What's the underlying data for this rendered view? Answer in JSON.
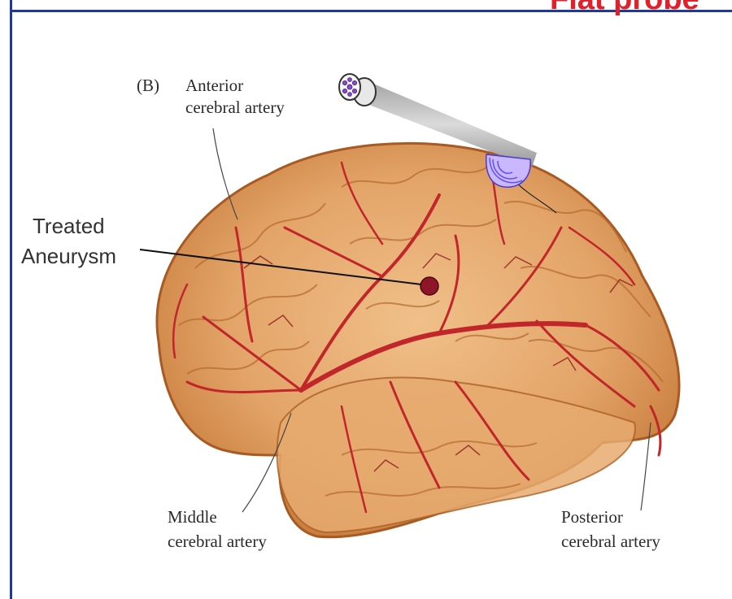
{
  "slide": {
    "title": "Flat probe",
    "accent_color": "#e0202a",
    "border_color": "#1f3a93"
  },
  "figure": {
    "panel_label": "(B)",
    "labels": {
      "anterior": [
        "Anterior",
        "cerebral artery"
      ],
      "middle": [
        "Middle",
        "cerebral artery"
      ],
      "posterior": [
        "Posterior",
        "cerebral artery"
      ]
    },
    "callout": [
      "Treated",
      "Aneurysm"
    ],
    "colors": {
      "brain": "#e0a062",
      "brain_edge": "#b5662c",
      "artery": "#c0262a",
      "aneurysm": "#8e1628",
      "probe_rings": "#6a5cff"
    },
    "icons": [
      "brain-illustration",
      "fiber-optic-probe-icon",
      "ultrasound-wave-icon"
    ]
  }
}
